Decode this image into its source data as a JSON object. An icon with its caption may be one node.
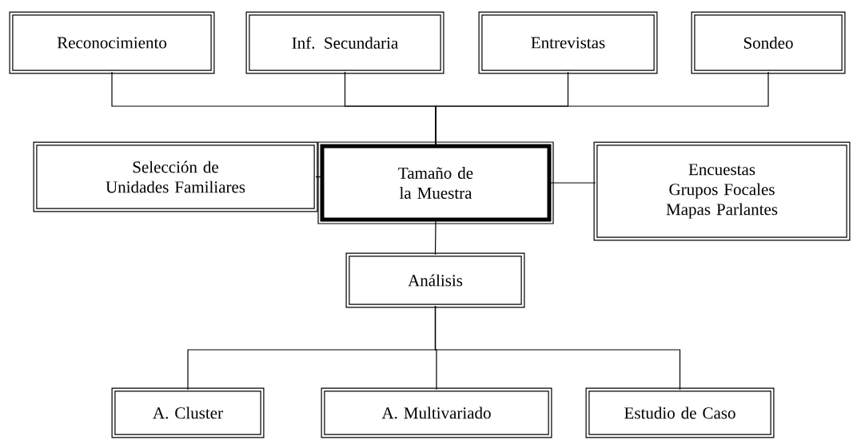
{
  "diagram": {
    "nodes": [
      {
        "text": [
          "Reconocimiento"
        ]
      },
      {
        "text": [
          "Inf. Secundaria"
        ]
      },
      {
        "text": [
          "Entrevistas"
        ]
      },
      {
        "text": [
          "Sondeo"
        ]
      },
      {
        "text": [
          "Selección de Unidades Familiares"
        ]
      },
      {
        "text": [
          "Tamaño de la Muestra"
        ]
      },
      {
        "text": [
          "Encuestas",
          "Grupos Focales",
          "Mapas Parlantes"
        ]
      },
      {
        "text": [
          "Análisis"
        ]
      },
      {
        "text": [
          "A. Cluster"
        ]
      },
      {
        "text": [
          "A. Multivariado"
        ]
      },
      {
        "text": [
          "Estudio de Caso"
        ]
      }
    ],
    "edges": [
      {
        "from": 0,
        "to": 5,
        "arrow": "none"
      },
      {
        "from": 1,
        "to": 5,
        "arrow": "none"
      },
      {
        "from": 2,
        "to": 5,
        "arrow": "none"
      },
      {
        "from": 3,
        "to": 5,
        "arrow": "none"
      },
      {
        "from": 4,
        "to": 5,
        "arrow": "none"
      },
      {
        "from": 5,
        "to": 6,
        "arrow": "none"
      },
      {
        "from": 5,
        "to": 7,
        "arrow": "none"
      },
      {
        "from": 7,
        "to": 8,
        "arrow": "none"
      },
      {
        "from": 7,
        "to": 9,
        "arrow": "none"
      },
      {
        "from": 7,
        "to": 10,
        "arrow": "none"
      }
    ]
  }
}
